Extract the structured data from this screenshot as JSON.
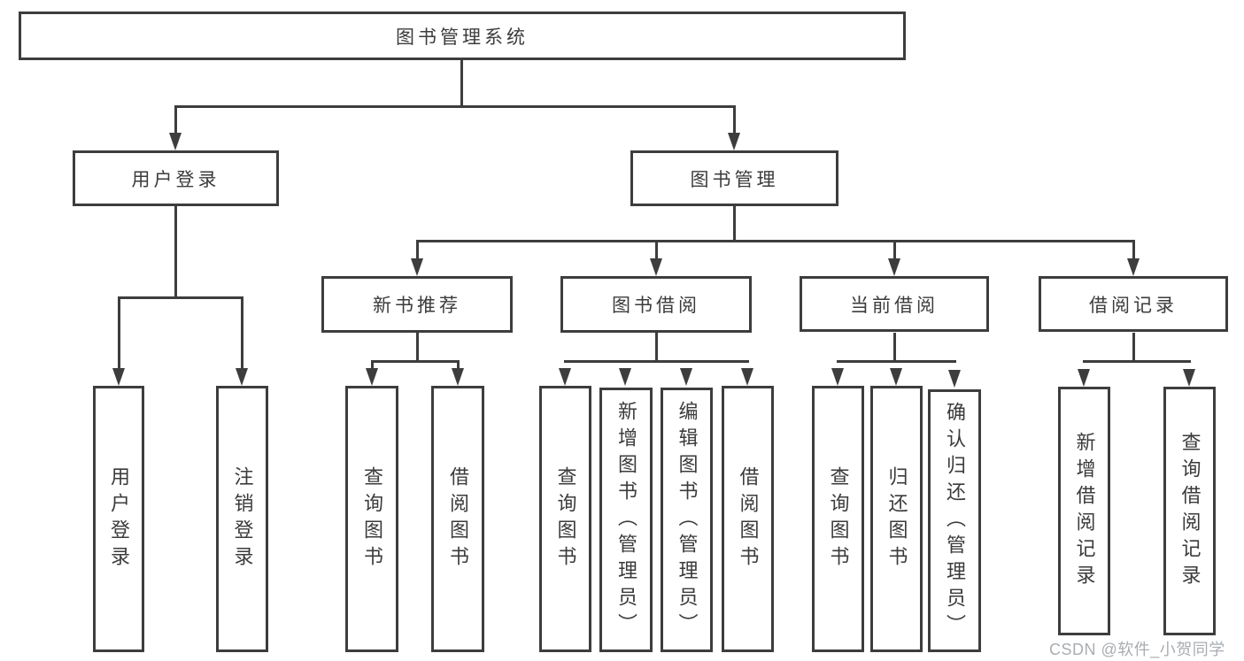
{
  "title": "图书管理系统",
  "colors": {
    "line": "#3d3d3d",
    "text": "#3b3b3b",
    "watermark_gray": "#a9adb2",
    "background": "#ffffff"
  },
  "tree": {
    "root": "图书管理系统",
    "level2": [
      "用户登录",
      "图书管理"
    ],
    "level3": [
      "新书推荐",
      "图书借阅",
      "当前借阅",
      "借阅记录"
    ],
    "leaves": {
      "login": [
        "用户登录",
        "注销登录"
      ],
      "recommend": [
        "查询图书",
        "借阅图书"
      ],
      "borrow": [
        "查询图书",
        "新增图书（管理员）",
        "编辑图书（管理员）",
        "借阅图书"
      ],
      "current": [
        "查询图书",
        "归还图书",
        "确认归还（管理员）"
      ],
      "records": [
        "新增借阅记录",
        "查询借阅记录"
      ]
    }
  },
  "watermark": "CSDN @软件_小贺同学"
}
